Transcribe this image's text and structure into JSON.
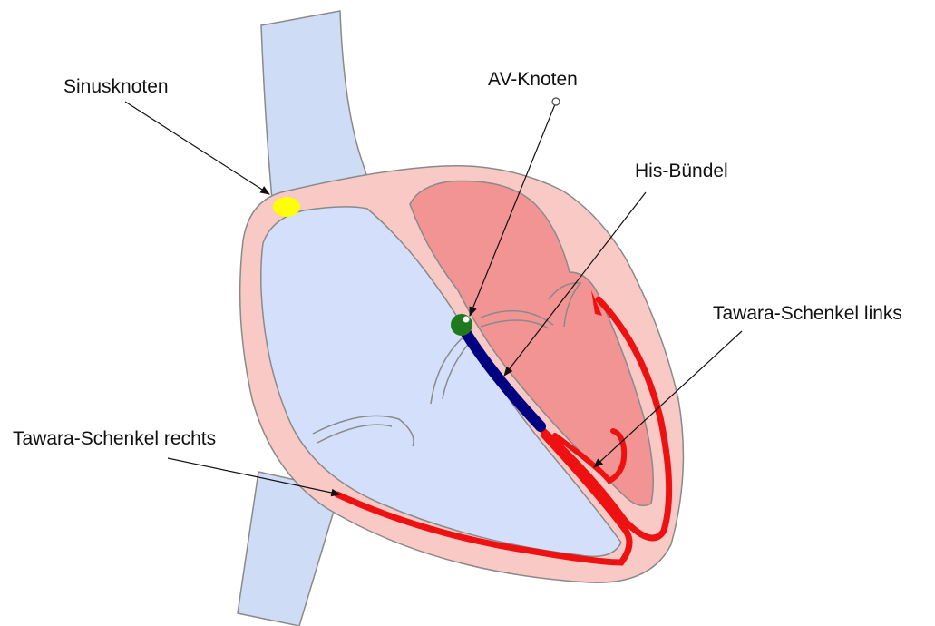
{
  "labels": {
    "sinus": "Sinusknoten",
    "av": "AV-Knoten",
    "his": "His-Bündel",
    "tawara_left": "Tawara-Schenkel links",
    "tawara_right": "Tawara-Schenkel rechts"
  },
  "colors": {
    "vessel": "#cfdcf5",
    "right_chambers": "#d4e0fb",
    "wall": "#f9c9c6",
    "left_chambers": "#f29494",
    "sinus_node": "#ffff00",
    "av_node": "#1f7a1f",
    "his_bundle": "#000080",
    "tawara_branches": "#ee1111",
    "outline": "#8a8a8a",
    "arrow": "#111111"
  }
}
